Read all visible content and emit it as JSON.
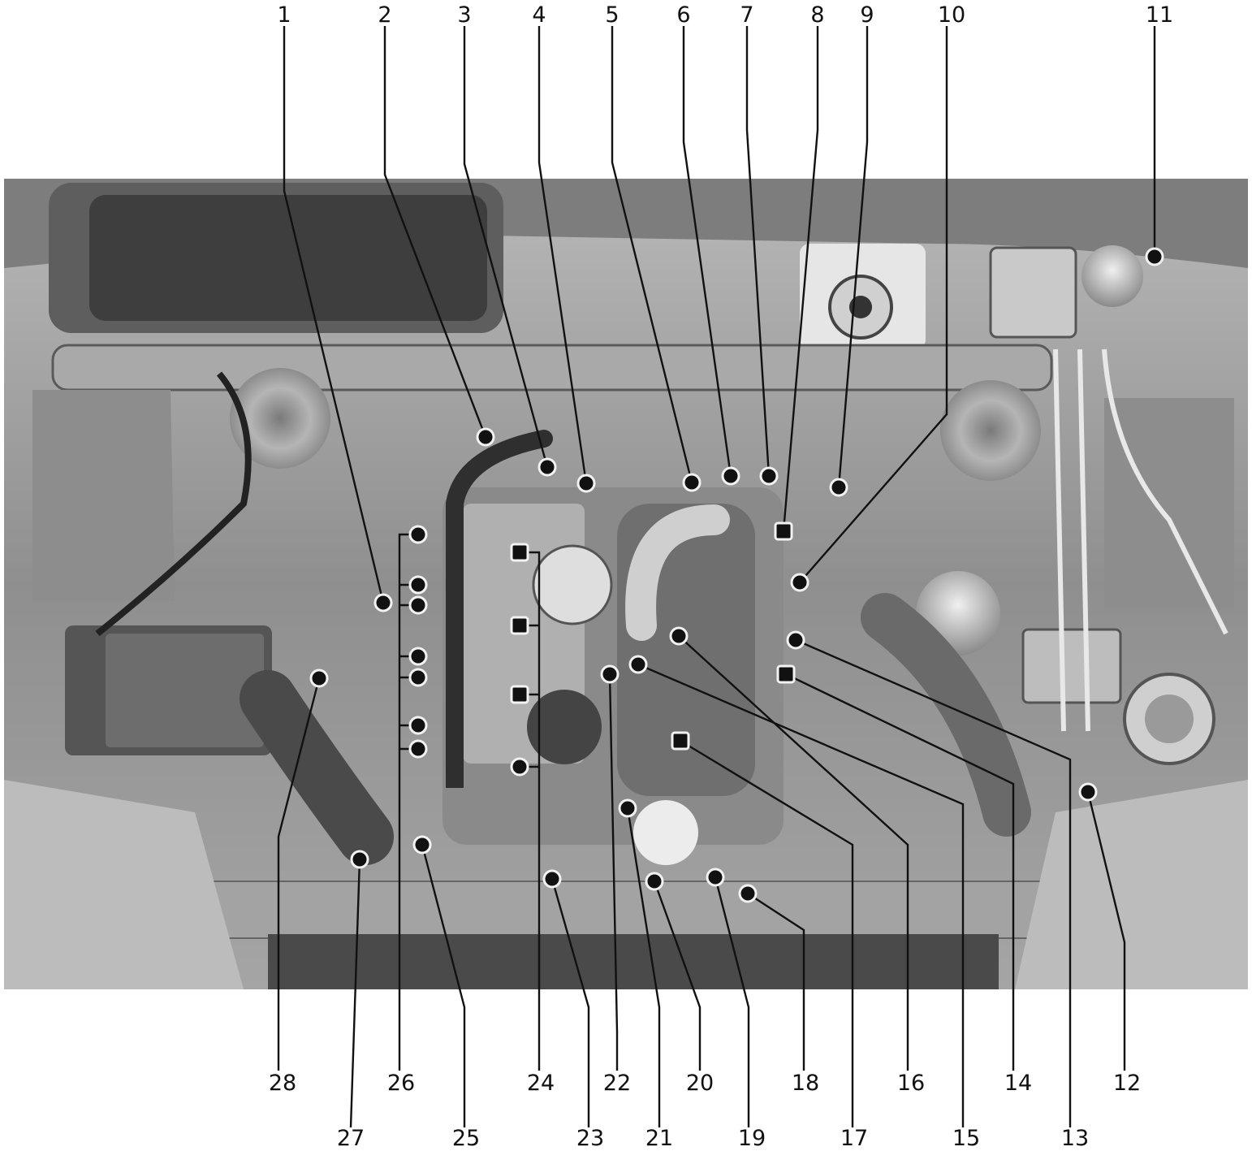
{
  "top_labels": [
    "1",
    "2",
    "3",
    "4",
    "5",
    "6",
    "7",
    "8",
    "9",
    "10",
    "11"
  ],
  "bottom_labels_row1": [
    "28",
    "26",
    "24",
    "22",
    "20",
    "18",
    "16",
    "14",
    "12"
  ],
  "bottom_labels_row2": [
    "27",
    "25",
    "23",
    "21",
    "19",
    "17",
    "15",
    "13"
  ],
  "colors": {
    "background": "#ffffff",
    "photo_base": "#9c9c9c",
    "photo_dark": "#2b2b2b",
    "photo_light": "#d9d9d9",
    "callout_line": "#111111",
    "marker_fill": "#111111",
    "marker_ring": "#f2f2f2"
  },
  "icons": [
    "engine-photo",
    "callout-marker"
  ]
}
